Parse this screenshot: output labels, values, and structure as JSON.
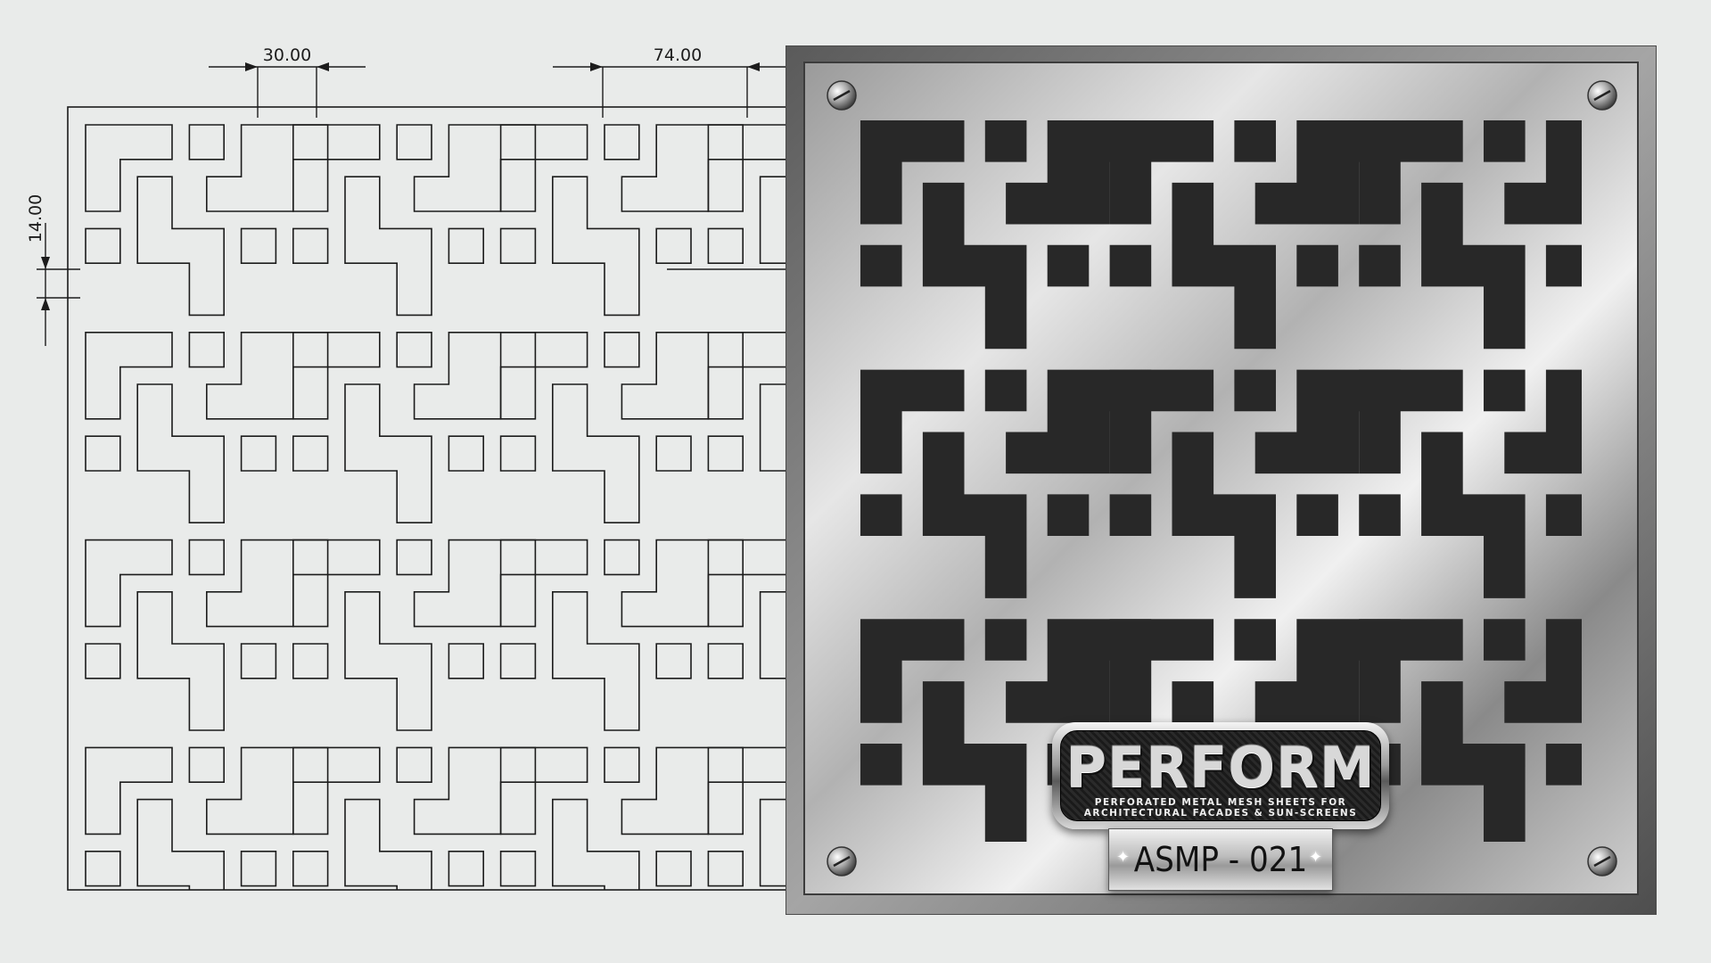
{
  "drawing": {
    "dimensions": [
      {
        "label": "30.00"
      },
      {
        "label": "74.00"
      },
      {
        "label": "14.00"
      }
    ]
  },
  "product": {
    "brand": "PERFORM",
    "tagline_line1": "PERFORATED METAL MESH SHEETS FOR",
    "tagline_line2": "ARCHITECTURAL FACADES & SUN-SCREENS",
    "model": "ASMP - 021"
  },
  "colors": {
    "background": "#e9ebea",
    "line": "#1c1c1c",
    "metal_light": "#e4e4e4",
    "metal_dark": "#4c4c4c",
    "cutout": "#282828"
  }
}
